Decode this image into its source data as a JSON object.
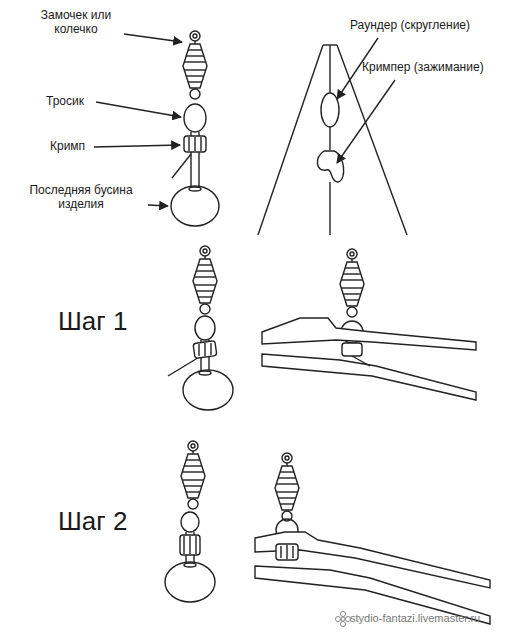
{
  "diagram": {
    "labels": [
      "Замочек или колечко",
      "Тросик",
      "Кримп",
      "Последняя бусина изделия",
      "Раундер (скругление)",
      "Кримпер (зажимание)",
      "Шаг 1",
      "Шаг 2",
      "stydio-fantazi.livemaster.ru"
    ]
  }
}
